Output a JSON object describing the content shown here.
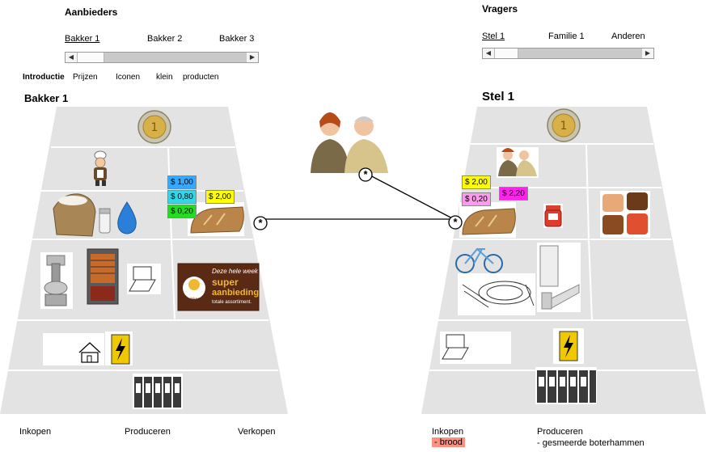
{
  "aanbieders": {
    "title": "Aanbieders",
    "tabs": [
      {
        "label": "Bakker 1",
        "active": true
      },
      {
        "label": "Bakker 2",
        "active": false
      },
      {
        "label": "Bakker 3",
        "active": false
      }
    ],
    "subtabs": [
      {
        "label": "Introductie",
        "bold": true
      },
      {
        "label": "Prijzen",
        "bold": false
      },
      {
        "label": "Iconen",
        "bold": false
      },
      {
        "label": "klein",
        "bold": false
      },
      {
        "label": "producten",
        "bold": false
      }
    ],
    "heading": "Bakker 1",
    "prices": [
      {
        "text": "$ 1,00",
        "color": "#33aaff"
      },
      {
        "text": "$ 0,80",
        "color": "#33d6e8"
      },
      {
        "text": "$ 0,20",
        "color": "#22dd22"
      },
      {
        "text": "$ 2,00",
        "color": "#ffff00"
      }
    ],
    "banner": {
      "line1": "Deze hele week",
      "line2": "super",
      "line3": "aanbieding",
      "line4": "totale assortiment.",
      "brand": "Bakkery"
    },
    "footer": [
      "Inkopen",
      "Produceren",
      "Verkopen"
    ]
  },
  "vragers": {
    "title": "Vragers",
    "tabs": [
      {
        "label": "Stel 1",
        "active": true
      },
      {
        "label": "Familie 1",
        "active": false
      },
      {
        "label": "Anderen",
        "active": false
      }
    ],
    "heading": "Stel 1",
    "prices": [
      {
        "text": "$ 2,00",
        "color": "#ffff00"
      },
      {
        "text": "$ 0,20",
        "color": "#ff99ee"
      },
      {
        "text": "$ 2,20",
        "color": "#ff22ee"
      }
    ],
    "footer": {
      "inkopen": "Inkopen",
      "inkopen_item": "- brood",
      "produceren": "Produceren",
      "produceren_item": "- gesmeerde boterhammen"
    }
  },
  "connector_symbol": "*",
  "colors": {
    "pyramid": "#e3e3e3",
    "pyramid_line": "#ffffff",
    "highlight": "#ff8f7f"
  }
}
